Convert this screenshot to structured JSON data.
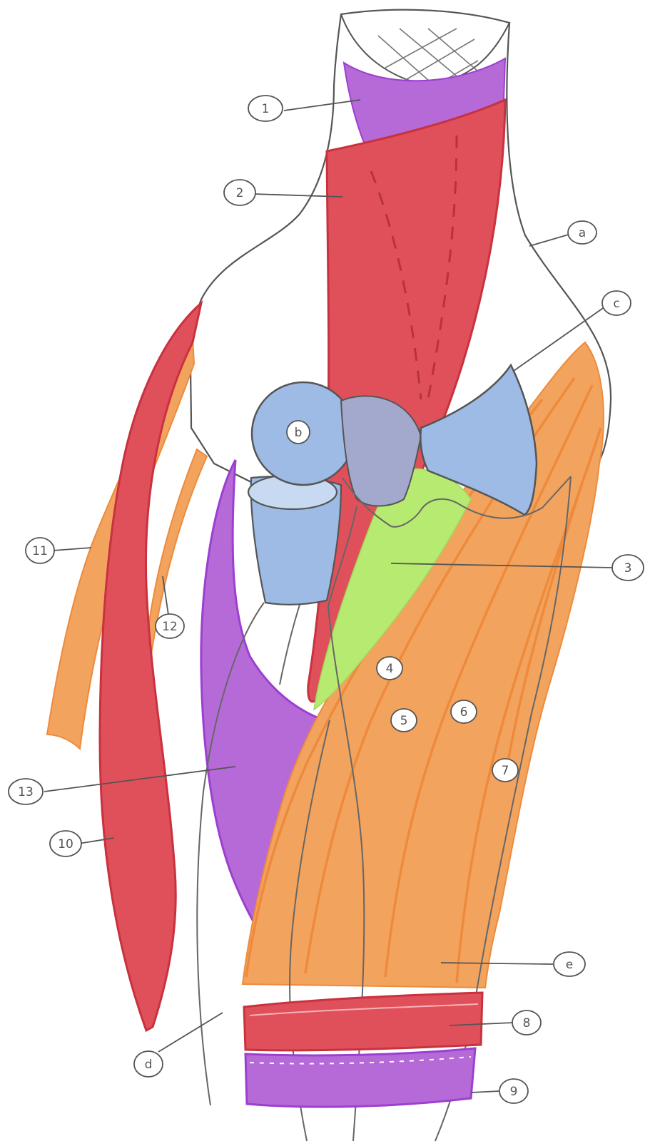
{
  "colors": {
    "red": "#e0505a",
    "red_dark": "#c8323e",
    "orange": "#f2a35e",
    "orange_edge": "#ee8a3c",
    "purple": "#b66ad8",
    "purple_edge": "#9c3fd0",
    "blue": "#9dbbe4",
    "green": "#b7ea70",
    "outline": "#555555"
  },
  "labels": {
    "n1": "1",
    "n2": "2",
    "n3": "3",
    "n4": "4",
    "n5": "5",
    "n6": "6",
    "n7": "7",
    "n8": "8",
    "n9": "9",
    "n10": "10",
    "n11": "11",
    "n12": "12",
    "n13": "13",
    "a": "a",
    "b": "b",
    "c": "c",
    "d": "d",
    "e": "e"
  }
}
